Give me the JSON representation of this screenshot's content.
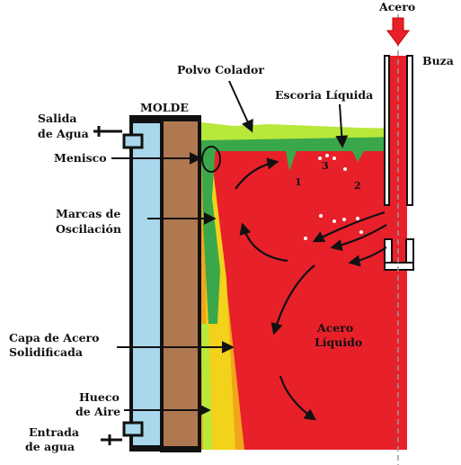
{
  "labels": {
    "acero_top": "Acero",
    "buza": "Buza",
    "polvo_colador": "Polvo Colador",
    "escoria_liquida": "Escoria Líquida",
    "molde": "MOLDE",
    "salida_1": "Salida",
    "salida_2": "de Agua",
    "menisco": "Menisco",
    "marcas_1": "Marcas de",
    "marcas_2": "Oscilación",
    "capa_1": "Capa de Acero",
    "capa_2": "Solidificada",
    "hueco_1": "Hueco",
    "hueco_2": "de Aire",
    "entrada_1": "Entrada",
    "entrada_2": "de agua",
    "acero_liquido_1": "Acero",
    "acero_liquido_2": "Líquido",
    "marker_1": "1",
    "marker_2": "2",
    "marker_3": "3"
  },
  "colors": {
    "steel_red": "#e8202a",
    "slag_green": "#3aa84a",
    "powder_green": "#b8e83a",
    "shell_yellow": "#f2d21a",
    "shell_orange": "#f2a51a",
    "copper_brown": "#b07850",
    "water_blue": "#a9d8ec"
  }
}
